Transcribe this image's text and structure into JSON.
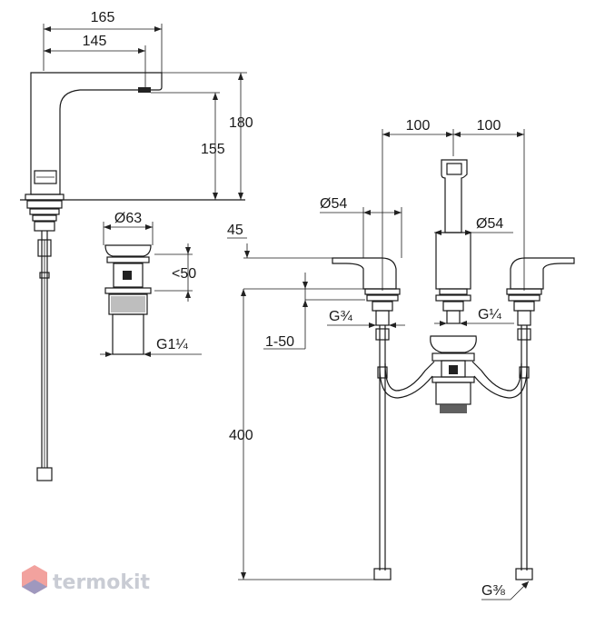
{
  "dimensions": {
    "spout_reach_outer": "165",
    "spout_reach_inner": "145",
    "height_total": "180",
    "height_outlet": "155",
    "drain_diameter": "Ø63",
    "drain_travel": "<50",
    "drain_thread": "G1¼",
    "spacing_left": "100",
    "spacing_right": "100",
    "handle_diameter": "Ø54",
    "spout_diameter": "Ø54",
    "deck_to_handle": "45",
    "deck_thickness": "1-50",
    "inlet_thread_left": "G¾",
    "inlet_thread_right": "G¼",
    "hose_length": "400",
    "hose_thread": "G⅜"
  },
  "watermark": {
    "brand": "termokit"
  },
  "colors": {
    "line": "#1a1a1a",
    "logo_red": "#e8554e",
    "logo_blue": "#5b8fd8",
    "logo_text": "#c9ccd4"
  }
}
